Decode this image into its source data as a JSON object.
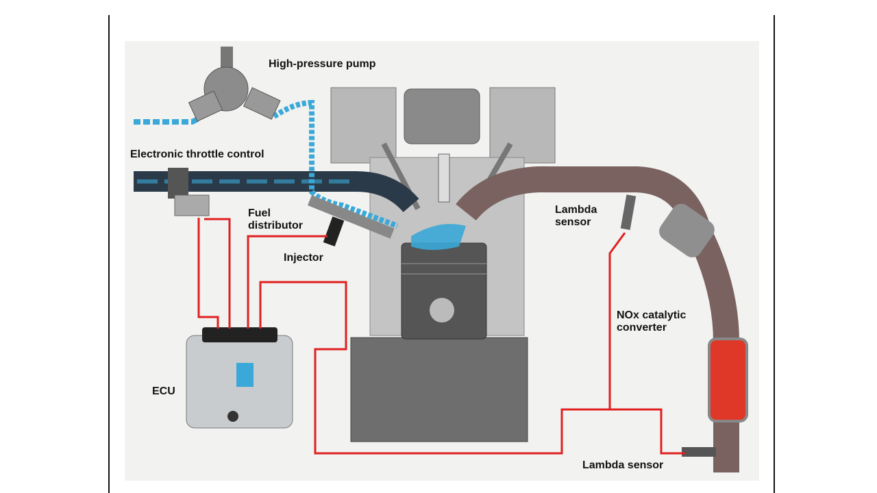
{
  "diagram": {
    "labels": {
      "pump": "High-pressure pump",
      "throttle": "Electronic throttle control",
      "fuel_distributor_1": "Fuel",
      "fuel_distributor_2": "distributor",
      "injector": "Injector",
      "ecu": "ECU",
      "lambda_top_1": "Lambda",
      "lambda_top_2": "sensor",
      "nox_1": "NOx catalytic",
      "nox_2": "converter",
      "lambda_bottom": "Lambda sensor"
    },
    "colors": {
      "wire": "#e02020",
      "fuel": "#3aa8d8",
      "exhaust": "#7a6260",
      "engine": "#9a9a9a",
      "catalyst": "#e03828"
    }
  }
}
